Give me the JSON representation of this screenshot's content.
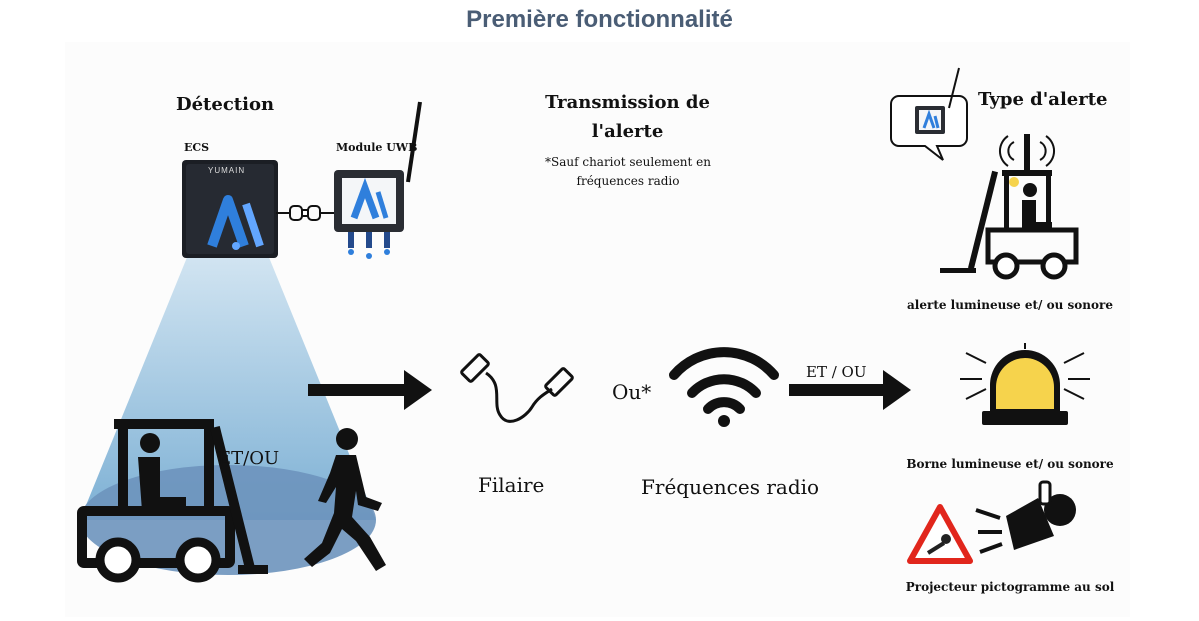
{
  "title": "Première fonctionnalité",
  "detection": {
    "heading": "Détection",
    "ecs_label": "ECS",
    "ecs_brand": "YUMAIN",
    "uwb_label": "Module UWB",
    "either_label": "ET/OU"
  },
  "transmission": {
    "heading_line1": "Transmission de",
    "heading_line2": "l'alerte",
    "note_line1": "*Sauf chariot seulement en",
    "note_line2": "fréquences radio",
    "wired_label": "Filaire",
    "or_label": "Ou*",
    "radio_label": "Fréquences radio",
    "and_or_label": "ET / OU"
  },
  "alert_type": {
    "heading": "Type d'alerte",
    "item1_caption": "alerte lumineuse et/ ou sonore",
    "item2_caption": "Borne lumineuse et/ ou sonore",
    "item3_caption": "Projecteur pictogramme au sol"
  },
  "colors": {
    "title": "#4a5d75",
    "cone": "#7fb2d6",
    "beacon": "#f6d34c",
    "warning": "#e1261c",
    "logo": "#2f7fdc"
  },
  "icons": [
    "forklift-icon",
    "pedestrian-icon",
    "ecs-device-icon",
    "uwb-module-icon",
    "plug-icon",
    "cable-icon",
    "wifi-icon",
    "arrow-icon",
    "beacon-icon",
    "projector-icon",
    "warning-triangle-icon",
    "speech-bubble-icon"
  ]
}
